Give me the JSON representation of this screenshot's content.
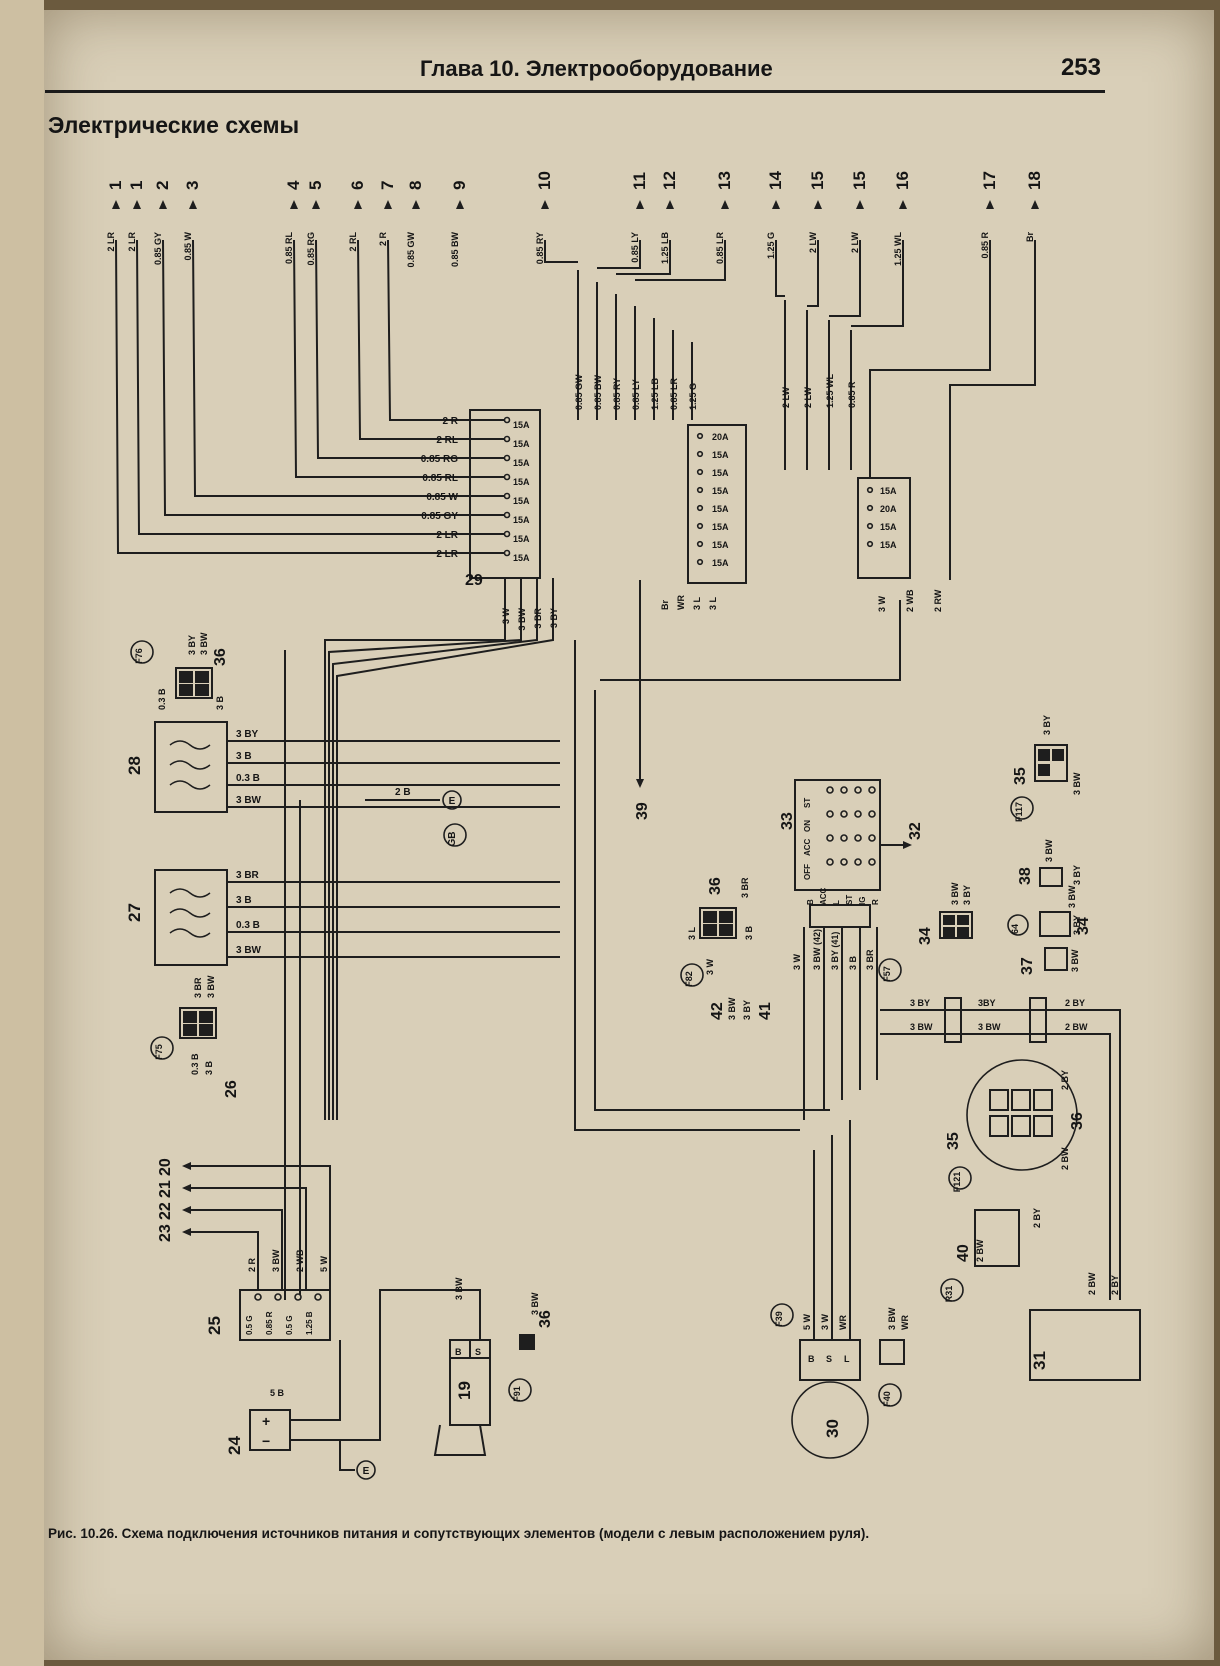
{
  "header": {
    "chapter_title": "Глава 10. Электрооборудование",
    "page_number": "253"
  },
  "section_title": "Электрические схемы",
  "caption": "Рис. 10.26. Схема подключения источников питания и сопутствующих элементов (модели с левым расположением руля).",
  "top_terminals": [
    {
      "num": "1",
      "wire": "2 LR"
    },
    {
      "num": "1",
      "wire": "2 LR"
    },
    {
      "num": "2",
      "wire": "0.85 GY"
    },
    {
      "num": "3",
      "wire": "0.85 W"
    },
    {
      "num": "4",
      "wire": "0.85 RL"
    },
    {
      "num": "5",
      "wire": "0.85 RG"
    },
    {
      "num": "6",
      "wire": "2 RL"
    },
    {
      "num": "7",
      "wire": "2 R"
    },
    {
      "num": "8",
      "wire": "0.85 GW"
    },
    {
      "num": "9",
      "wire": "0.85 BW"
    },
    {
      "num": "10",
      "wire": "0.85 RY"
    },
    {
      "num": "11",
      "wire": "0.85 LY"
    },
    {
      "num": "12",
      "wire": "1.25 LB"
    },
    {
      "num": "13",
      "wire": "0.85 LR"
    },
    {
      "num": "14",
      "wire": "1.25 G"
    },
    {
      "num": "15",
      "wire": "2 LW"
    },
    {
      "num": "15",
      "wire": "2 LW"
    },
    {
      "num": "16",
      "wire": "1.25 WL"
    },
    {
      "num": "17",
      "wire": "0.85 R"
    },
    {
      "num": "18",
      "wire": "Br"
    }
  ],
  "left_fusebox": {
    "id": "29",
    "fuses": [
      {
        "wire": "2 R",
        "rating": "15A"
      },
      {
        "wire": "2 RL",
        "rating": "15A"
      },
      {
        "wire": "0.85 RG",
        "rating": "15A"
      },
      {
        "wire": "0.85 RL",
        "rating": "15A"
      },
      {
        "wire": "0.85 W",
        "rating": "15A"
      },
      {
        "wire": "0.85 GY",
        "rating": "15A"
      },
      {
        "wire": "2 LR",
        "rating": "15A"
      },
      {
        "wire": "2 LR",
        "rating": "15A"
      }
    ],
    "bottom_wires": [
      "3 W",
      "3 BW",
      "3 BR",
      "3 BY"
    ]
  },
  "center_fusebox": {
    "top_wires": [
      "0.85 GW",
      "0.85 BW",
      "0.85 RY",
      "0.85 LY",
      "1.25 LB",
      "0.85 LR",
      "1.25 G"
    ],
    "ratings": [
      "20A",
      "15A",
      "15A",
      "15A",
      "15A",
      "15A",
      "15A",
      "15A"
    ],
    "bottom_wires": [
      "Br",
      "WR",
      "3 L",
      "3 L"
    ]
  },
  "right_fusebox": {
    "top_wires": [
      "2 LW",
      "2 LW",
      "1.25 WL",
      "0.85 R"
    ],
    "ratings": [
      "15A",
      "20A",
      "15A",
      "15A"
    ],
    "bottom_wires": [
      "3 W",
      "2 WB",
      "2 RW"
    ]
  },
  "relay_28": {
    "id": "28",
    "wires": [
      "3 BY",
      "3 B",
      "0.3 B",
      "3 BW"
    ]
  },
  "relay_27": {
    "id": "27",
    "wires": [
      "3 BR",
      "3 B",
      "0.3 B",
      "3 BW"
    ]
  },
  "ground_gb": {
    "id": "GB",
    "wire": "2 B",
    "symbol": "E"
  },
  "connector_f76": {
    "tag": "F76",
    "id": "36",
    "wires": [
      "3 BY",
      "3 BW",
      "0.3 B",
      "3 B"
    ]
  },
  "connector_f75": {
    "tag": "F75",
    "id": "26",
    "wires": [
      "3 BR",
      "3 BW",
      "0.3 B",
      "3 B"
    ]
  },
  "connector_f82": {
    "tag": "F82",
    "id": "36",
    "wires": [
      "3 BR",
      "3 B",
      "3 L",
      "3 W"
    ]
  },
  "ignition_switch": {
    "id": "33",
    "positions": [
      "OFF",
      "ACC",
      "ON",
      "ST"
    ],
    "terminals": [
      "B",
      "ACC",
      "L",
      "ST",
      "IG",
      "R"
    ],
    "out": "32",
    "wires": [
      "3 W",
      "3 BW (42)",
      "3 BY (41)",
      "3 B",
      "3 BR"
    ]
  },
  "connector_f57": {
    "tag": "F57",
    "id": "34",
    "wires": [
      "3 BW",
      "3 BY"
    ]
  },
  "misc_labels": {
    "l39": "39",
    "l42": "42",
    "l41": "41",
    "w42": "3 BW",
    "w41": "3 BY",
    "n42b": "42",
    "n41b": "41"
  },
  "connector_f117": {
    "tag": "F117",
    "id": "35",
    "wires": [
      "3 BY",
      "3 BW"
    ]
  },
  "component_38": {
    "id": "38",
    "wires": [
      "3 BW",
      "3 BY"
    ]
  },
  "component_64": {
    "id": "64",
    "label": "34",
    "wires": [
      "3 BW",
      "3 BY"
    ]
  },
  "component_37": {
    "id": "37",
    "wires": [
      "3 BW"
    ]
  },
  "junction_right": {
    "wires_left": [
      "3 BY",
      "3 BW"
    ],
    "wires_mid": [
      "3BY",
      "3 BW"
    ],
    "wires_right": [
      "2 BY",
      "2 BW"
    ]
  },
  "connector_f121": {
    "tag": "F121",
    "ids": [
      "35",
      "36"
    ],
    "wires": [
      "2 BY",
      "2 BW"
    ]
  },
  "connector_r31": {
    "tag": "R31",
    "id": "40",
    "wires": [
      "2 BW",
      "2 BY"
    ]
  },
  "component_31": {
    "id": "31",
    "wires": [
      "2 BW",
      "2 BY"
    ]
  },
  "fusible_links_25": {
    "id": "25",
    "links": [
      "0.5 G",
      "0.85 R",
      "0.5 G",
      "1.25 B"
    ],
    "wires": [
      "2 R",
      "3 BW",
      "2 WB",
      "5 W"
    ]
  },
  "outputs_left": [
    "20",
    "21",
    "22",
    "23"
  ],
  "battery_24": {
    "id": "24",
    "wire": "5 B",
    "symbol": "E"
  },
  "starter_19": {
    "id": "19",
    "terminals": [
      "B",
      "S"
    ],
    "wire": "3 BW"
  },
  "connector_f91": {
    "tag": "F91",
    "id": "36",
    "wire": "3 BW"
  },
  "alternator_30": {
    "id": "30",
    "tag": "F39",
    "terminals": [
      "B",
      "S",
      "L"
    ],
    "wires": [
      "5 W",
      "3 W",
      "WR"
    ]
  },
  "connector_f40": {
    "tag": "F40",
    "wires": [
      "3 BW",
      "WR"
    ]
  },
  "colors": {
    "paper": "#d9cfb8",
    "ink": "#151515",
    "wire": "#1e1e1e"
  }
}
